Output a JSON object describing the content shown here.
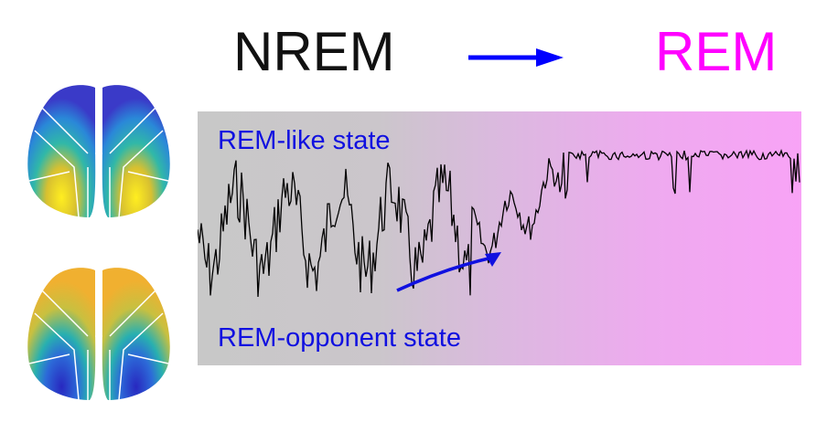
{
  "header": {
    "from_label": "NREM",
    "to_label": "REM",
    "arrow_icon": "right-arrow-icon",
    "arrow_color": "#0000ff",
    "to_color": "#ff00ff"
  },
  "panel": {
    "upper_label": "REM-like state",
    "lower_label": "REM-opponent state",
    "label_color": "#1010e0",
    "gradient_start": "#c8c8c8",
    "gradient_end": "#f8a3f6"
  },
  "brain_maps": [
    {
      "state": "REM-like",
      "icon": "brain-map-icon"
    },
    {
      "state": "REM-opponent",
      "icon": "brain-map-icon"
    }
  ]
}
